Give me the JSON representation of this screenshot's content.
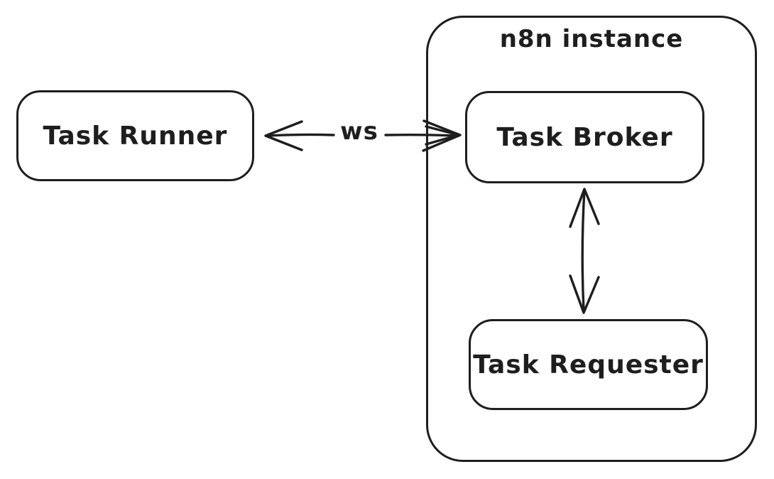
{
  "diagram": {
    "title": "n8n task runner architecture diagram",
    "style": "hand-drawn (excalidraw)",
    "colors": {
      "background": "#ffffff",
      "stroke": "#1e1e1e",
      "text": "#1e1e1e"
    },
    "container": {
      "label": "n8n instance"
    },
    "nodes": {
      "task_runner": {
        "label": "Task Runner"
      },
      "task_broker": {
        "label": "Task Broker"
      },
      "task_requester": {
        "label": "Task Requester"
      }
    },
    "edges": [
      {
        "label": "ws",
        "from": "Task Runner",
        "to": "Task Broker",
        "direction": "bidirectional",
        "orientation": "horizontal"
      },
      {
        "label": "",
        "from": "Task Broker",
        "to": "Task Requester",
        "direction": "bidirectional",
        "orientation": "vertical"
      }
    ]
  }
}
